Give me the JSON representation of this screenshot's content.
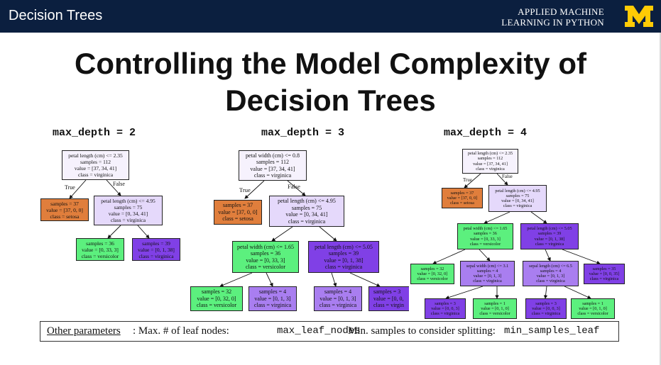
{
  "header": {
    "course_title": "Decision Trees",
    "series_line1": "APPLIED MACHINE",
    "series_line2": "LEARNING IN PYTHON"
  },
  "slide": {
    "title_line1": "Controlling the Model Complexity of",
    "title_line2": "Decision Trees"
  },
  "panels": [
    {
      "label": "max_depth = 2",
      "edge_true": "True",
      "edge_false": "False",
      "nodes": {
        "root": [
          "petal length (cm) <= 2.35",
          "samples = 112",
          "value = [37, 34, 41]",
          "class = virginica"
        ],
        "l": [
          "samples = 37",
          "value = [37, 0, 0]",
          "class = setosa"
        ],
        "r": [
          "petal length (cm) <= 4.95",
          "samples = 75",
          "value = [0, 34, 41]",
          "class = virginica"
        ],
        "rl": [
          "samples = 36",
          "value = [0, 33, 3]",
          "class = versicolor"
        ],
        "rr": [
          "samples = 39",
          "value = [0, 1, 38]",
          "class = virginica"
        ]
      }
    },
    {
      "label": "max_depth = 3",
      "edge_true": "True",
      "edge_false": "False",
      "nodes": {
        "root": [
          "petal width (cm) <= 0.8",
          "samples = 112",
          "value = [37, 34, 41]",
          "class = virginica"
        ],
        "l": [
          "samples = 37",
          "value = [37, 0, 0]",
          "class = setosa"
        ],
        "r": [
          "petal length (cm) <= 4.95",
          "samples = 75",
          "value = [0, 34, 41]",
          "class = virginica"
        ],
        "rl": [
          "petal width (cm) <= 1.65",
          "samples = 36",
          "value = [0, 33, 3]",
          "class = versicolor"
        ],
        "rr": [
          "petal length (cm) <= 5.05",
          "samples = 39",
          "value = [0, 1, 38]",
          "class = virginica"
        ],
        "rll": [
          "samples = 32",
          "value = [0, 32, 0]",
          "class = versicolor"
        ],
        "rlr": [
          "samples = 4",
          "value = [0, 1, 3]",
          "class = virginica"
        ],
        "rrl": [
          "samples = 4",
          "value = [0, 1, 3]",
          "class = virginica"
        ],
        "rrr": [
          "samples = 3",
          "value = [0, 0,",
          "class = virgin"
        ]
      }
    },
    {
      "label": "max_depth = 4",
      "edge_true": "True",
      "edge_false": "False",
      "nodes": {
        "root": [
          "petal length (cm) <= 2.35",
          "samples = 112",
          "value = [37, 34, 41]",
          "class = virginica"
        ],
        "l": [
          "samples = 37",
          "value = [37, 0, 0]",
          "class = setosa"
        ],
        "r": [
          "petal length (cm) <= 4.95",
          "samples = 75",
          "value = [0, 34, 41]",
          "class = virginica"
        ],
        "rl": [
          "petal width (cm) <= 1.65",
          "samples = 36",
          "value = [0, 33, 3]",
          "class = versicolor"
        ],
        "rr": [
          "petal length (cm) <= 5.05",
          "samples = 39",
          "value = [0, 1, 38]",
          "class = virginica"
        ],
        "rll": [
          "samples = 32",
          "value = [0, 32, 0]",
          "class = versicolor"
        ],
        "rlr": [
          "sepal width (cm) <= 3.1",
          "samples = 4",
          "value = [0, 1, 3]",
          "class = virginica"
        ],
        "rrl": [
          "sepal length (cm) <= 6.5",
          "samples = 4",
          "value = [0, 1, 3]",
          "class = virginica"
        ],
        "rrr": [
          "samples = 35",
          "value = [0, 0, 35]",
          "class = virginica"
        ],
        "rlrl": [
          "samples = 3",
          "value = [0, 0, 3]",
          "class = virginica"
        ],
        "rlrr": [
          "samples = 1",
          "value = [0, 1, 0]",
          "class = versicolor"
        ],
        "rrll": [
          "samples = 3",
          "value = [0, 0, 3]",
          "class = virginica"
        ],
        "rrlr": [
          "samples = 1",
          "value = [0, 1, 0]",
          "class = versicolor"
        ]
      }
    }
  ],
  "footer": {
    "label": "Other parameters",
    "param1_text": ":  Max. # of leaf nodes:",
    "param1_value": "max_leaf_nodes",
    "param2_text": "Min. samples to consider splitting:",
    "param2_value": "min_samples_leaf"
  },
  "colors": {
    "header_bg": "#0b1f3f",
    "setosa": "#e07e3c",
    "versicolor": "#5cf07e",
    "virginica_light": "#f6f2fd",
    "virginica_pale": "#e5d9fb",
    "virginica_mid": "#a97ef0",
    "virginica_dark": "#8040e6",
    "logo_yellow": "#ffcb05"
  }
}
